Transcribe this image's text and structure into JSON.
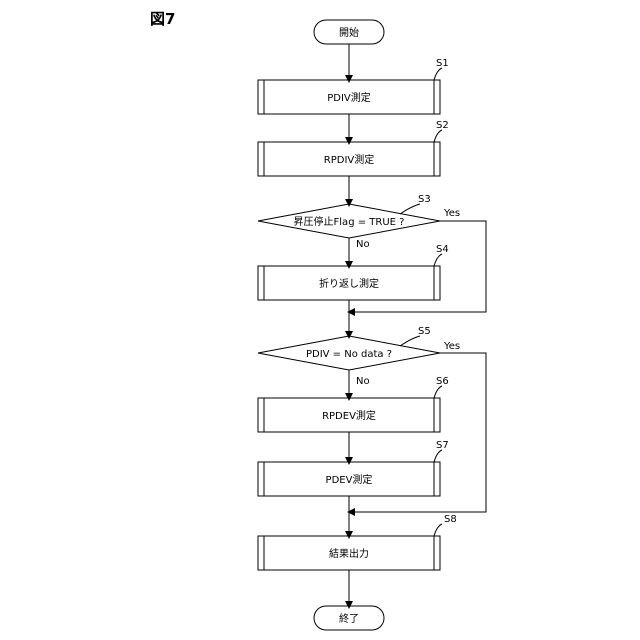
{
  "figure_label": "図7",
  "nodes": {
    "start": "開始",
    "s1": "PDIV測定",
    "s2": "RPDIV測定",
    "s3": "昇圧停止Flag = TRUE ?",
    "s4": "折り返し測定",
    "s5": "PDIV = No data ?",
    "s6": "RPDEV測定",
    "s7": "PDEV測定",
    "s8": "結果出力",
    "end": "終了"
  },
  "steps": {
    "s1": "S1",
    "s2": "S2",
    "s3": "S3",
    "s4": "S4",
    "s5": "S5",
    "s6": "S6",
    "s7": "S7",
    "s8": "S8"
  },
  "branches": {
    "s3_yes": "Yes",
    "s3_no": "No",
    "s5_yes": "Yes",
    "s5_no": "No"
  }
}
